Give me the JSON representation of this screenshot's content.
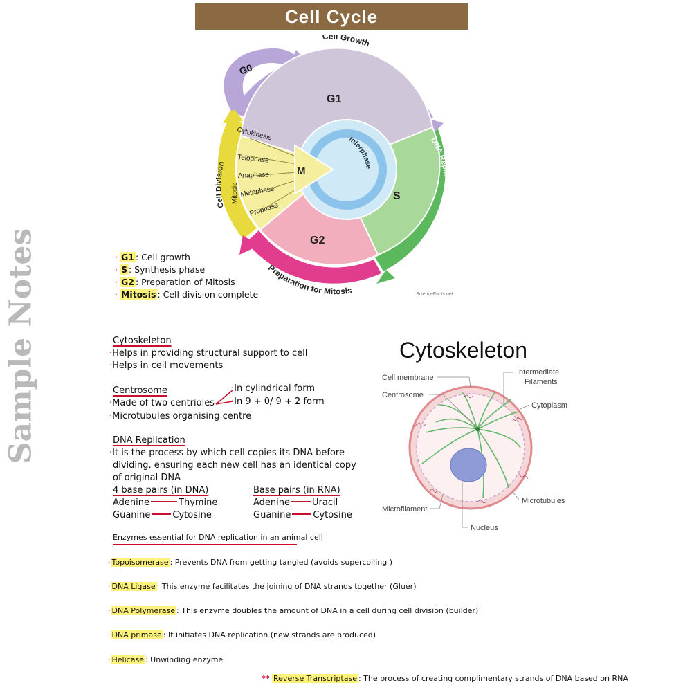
{
  "title": "Cell Cycle",
  "watermark": "Sample Notes",
  "cycle": {
    "g0": "G0",
    "growth_arc": "Cell Growth",
    "dna_arc": "DNA Replication",
    "prep_arc": "Preparation for Mitosis",
    "div_arc": "Cell Division",
    "g1": "G1",
    "s": "S",
    "g2": "G2",
    "m": "M",
    "interphase": "Interphase",
    "mitosis": "Mitosis",
    "cytokinesis": "Cytokinesis",
    "telophase": "Telophase",
    "anaphase": "Anaphase",
    "metaphase": "Metaphase",
    "prophase": "Prophase",
    "credit": "ScienceFacts.net",
    "colors": {
      "growth": "#b9a6d8",
      "g1": "#cfc6d9",
      "dna": "#5cb85c",
      "s": "#a8d99a",
      "prep": "#e23c8e",
      "g2": "#f2aebd",
      "div": "#e8d93c",
      "m": "#f5ee9f",
      "inner": "#cfe9f7"
    }
  },
  "legend": [
    {
      "key": "G1",
      "text": ": Cell growth"
    },
    {
      "key": "S",
      "text": ": Synthesis phase"
    },
    {
      "key": "G2",
      "text": ": Preparation of Mitosis"
    },
    {
      "key": "Mitosis",
      "text": ": Cell division complete"
    }
  ],
  "notes": {
    "cyto_heading": "Cytoskeleton",
    "cyto_1": "Helps in providing structural support to cell",
    "cyto_2": "Helps in cell movements",
    "centro_heading": "Centrosome",
    "centro_1": "Made of two centrioles",
    "centro_2": "Microtubules organising centre",
    "centro_side_1": "In cylindrical form",
    "centro_side_2": "In 9 + 0/ 9 + 2 form",
    "dna_heading": "DNA Replication",
    "dna_1": "It is the process by which cell copies its DNA before",
    "dna_2": "dividing, ensuring each new cell has an identical copy",
    "dna_3": "of original DNA",
    "dna_bp_heading": "4 base pairs (in DNA)",
    "rna_bp_heading": "Base pairs (in RNA)",
    "dna_pairs": [
      [
        "Adenine",
        "Thymine"
      ],
      [
        "Guanine",
        "Cytosine"
      ]
    ],
    "rna_pairs": [
      [
        "Adenine",
        "Uracil"
      ],
      [
        "Guanine",
        "Cytosine"
      ]
    ],
    "enzymes_heading": "Enzymes essential for DNA replication in an animal cell",
    "enzymes": [
      {
        "name": "Topoisomerase",
        "text": "Prevents DNA from getting tangled (avoids supercoiling )"
      },
      {
        "name": "DNA Ligase",
        "text": "This enzyme facilitates the joining of DNA strands together (Gluer)"
      },
      {
        "name": "DNA Polymerase",
        "text": "This enzyme doubles the amount of DNA in a cell during cell division (builder)"
      },
      {
        "name": "DNA primase",
        "text": "It initiates DNA replication (new strands are produced)"
      },
      {
        "name": "Helicase",
        "text": "Unwinding enzyme"
      }
    ],
    "rt_stars": "**",
    "rt_name": "Reverse Transcriptase",
    "rt_text": "The process of creating complimentary strands of DNA based on RNA"
  },
  "cyto_diagram": {
    "title": "Cytoskeleton",
    "cell_membrane": "Cell membrane",
    "centrosome": "Centrosome",
    "intermediate": "Intermediate",
    "filaments": "Filaments",
    "cytoplasm": "Cytoplasm",
    "microfilament": "Microfilament",
    "microtubules": "Microtubules",
    "nucleus": "Nucleus"
  }
}
